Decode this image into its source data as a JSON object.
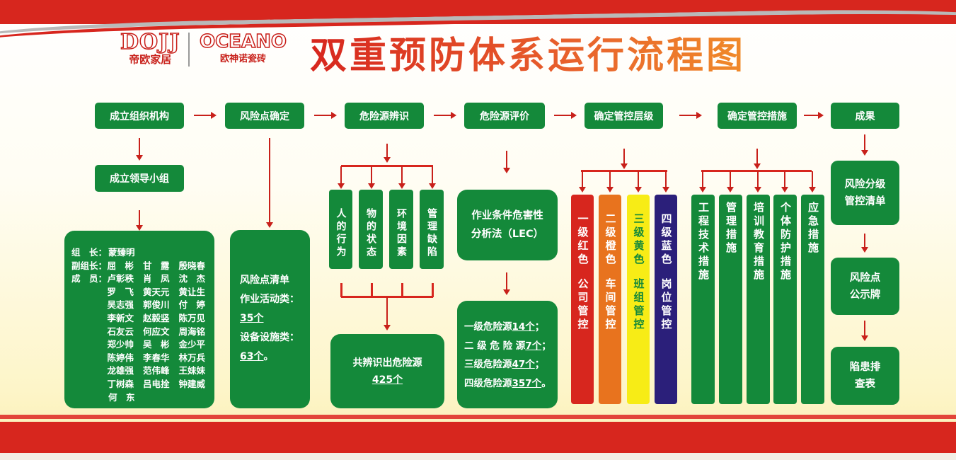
{
  "header": {
    "logo_brand1": "DOJJ",
    "logo_brand1_cn": "帝欧家居",
    "logo_brand2": "OCEANO",
    "logo_brand2_cn": "欧神诺瓷砖",
    "title": "双重预防体系运行流程图"
  },
  "steps": [
    "成立组织机构",
    "风险点确定",
    "危险源辨识",
    "危险源评价",
    "确定管控层级",
    "确定管控措施",
    "成果"
  ],
  "org": {
    "leader_group": "成立领导小组",
    "leader_label": "组　长：",
    "leader": "蒙臻明",
    "deputy_label": "副组长：",
    "deputies": [
      "屈　彬",
      "甘　露",
      "殷晓春"
    ],
    "member_label": "成　员：",
    "members": [
      "卢彰秩",
      "肖　凤",
      "沈　杰",
      "罗　飞",
      "黄天元",
      "黄让生",
      "吴志强",
      "郭俊川",
      "付　婷",
      "李新文",
      "赵毅竖",
      "陈万见",
      "石友云",
      "何应文",
      "周海铭",
      "郑少帅",
      "吴　彬",
      "金少平",
      "陈婷伟",
      "李春华",
      "林万兵",
      "龙雄强",
      "范伟峰",
      "王妹妹",
      "丁树森",
      "吕电拴",
      "钟建威",
      "何　东"
    ]
  },
  "risk_points": {
    "title": "风险点清单",
    "activity_label": "作业活动类：",
    "activity_count": "35个",
    "equipment_label": "设备设施类：",
    "equipment_count": "63个",
    "end": "。"
  },
  "identification": {
    "factors": [
      "人的行为",
      "物的状态",
      "环境因素",
      "管理缺陷"
    ],
    "result_line1": "共辨识出危险源",
    "result_count": "425个"
  },
  "evaluation": {
    "method": "作业条件危害性分析法（LEC）",
    "levels": [
      {
        "label": "一级危险源",
        "count": "14个",
        "sep": "；"
      },
      {
        "label": "二 级 危 险 源",
        "count": "7个",
        "sep": "；"
      },
      {
        "label": "三级危险源",
        "count": "47个",
        "sep": "；"
      },
      {
        "label": "四级危险源",
        "count": "357个",
        "sep": "。"
      }
    ]
  },
  "control_levels": [
    {
      "color_name": "一级红色",
      "scope": "公司管控",
      "bg": "#d7261e",
      "fg": "#ffffff"
    },
    {
      "color_name": "二级橙色",
      "scope": "车间管控",
      "bg": "#e8731e",
      "fg": "#ffffff"
    },
    {
      "color_name": "三级黄色",
      "scope": "班组管控",
      "bg": "#f7ec16",
      "fg": "#14893a"
    },
    {
      "color_name": "四级蓝色",
      "scope": "岗位管控",
      "bg": "#2b1f7a",
      "fg": "#ffffff"
    }
  ],
  "measures": [
    "工程技术措施",
    "管理措施",
    "培训教育措施",
    "个体防护措施",
    "应急措施"
  ],
  "results": [
    "风险分级管控清单",
    "风险点公示牌",
    "陷患排查表"
  ]
}
